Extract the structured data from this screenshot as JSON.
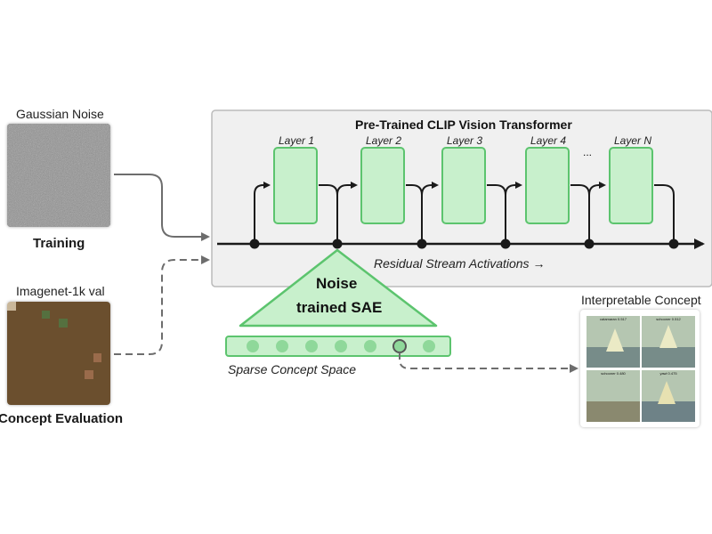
{
  "inputs": {
    "gaussian_noise": "Gaussian Noise",
    "training": "Training",
    "imagenet": "Imagenet-1k val",
    "concept_evaluation": "Concept Evaluation"
  },
  "transformer": {
    "title": "Pre-Trained CLIP Vision Transformer",
    "layers": [
      "Layer 1",
      "Layer 2",
      "Layer 3",
      "Layer 4",
      "Layer N"
    ],
    "ellipsis": "...",
    "residual_label": "Residual Stream Activations →"
  },
  "sae": {
    "line1": "Noise",
    "line2": "trained SAE",
    "sparse_label": "Sparse Concept Space",
    "node_count": 7,
    "highlighted_node": 6
  },
  "concept": {
    "title": "Interpretable Concept",
    "tile_captions": [
      "catamaran 0.517",
      "schooner 0.512",
      "schooner 0.480",
      "yawl 0.475"
    ]
  },
  "colors": {
    "green_stroke": "#5cc46e",
    "green_fill": "#c8f0cc",
    "panel_fill": "#f0f0f0",
    "panel_stroke": "#bbbbbb",
    "arrow_gray": "#6d6d6d",
    "line_dark": "#1a1a1a"
  }
}
